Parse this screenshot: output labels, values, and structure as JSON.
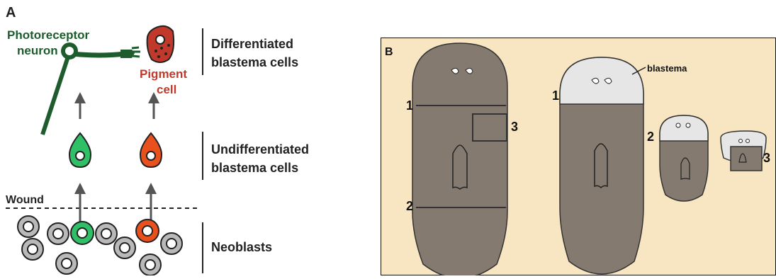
{
  "panel_a": {
    "panel_label": "A",
    "photoreceptor_label_line1": "Photoreceptor",
    "photoreceptor_label_line2": "neuron",
    "pigment_label_line1": "Pigment",
    "pigment_label_line2": "cell",
    "stage_differentiated_line1": "Differentiated",
    "stage_differentiated_line2": "blastema cells",
    "stage_undifferentiated_line1": "Undifferentiated",
    "stage_undifferentiated_line2": "blastema cells",
    "stage_neoblasts": "Neoblasts",
    "wound_label": "Wound",
    "colors": {
      "green": "#1e5c2d",
      "light_green": "#2fbf66",
      "red": "#c0392b",
      "orange": "#e8501e",
      "gray": "#b9b9b9",
      "arrow": "#555555"
    }
  },
  "panel_b": {
    "panel_label": "B",
    "blastema_label": "blastema",
    "cut_label_1": "1",
    "cut_label_2": "2",
    "cut_label_3": "3",
    "label_1_large": "1",
    "label_2_medium": "2",
    "label_3_small": "3",
    "colors": {
      "background": "#f8e6c2",
      "body": "#857a70",
      "blastema": "#e6e6e6"
    }
  }
}
